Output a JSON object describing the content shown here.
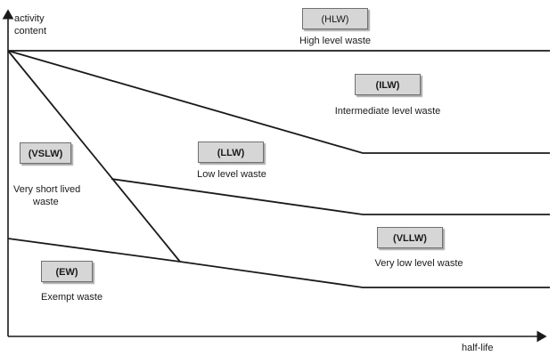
{
  "axes": {
    "y_label_line1": "activity",
    "y_label_line2": "content",
    "x_label": "half-life"
  },
  "regions": {
    "hlw": {
      "code": "(HLW)",
      "name": "High level waste"
    },
    "ilw": {
      "code": "(ILW)",
      "name": "Intermediate level waste"
    },
    "llw": {
      "code": "(LLW)",
      "name": "Low level waste"
    },
    "vslw": {
      "code": "(VSLW)",
      "name_line1": "Very short lived",
      "name_line2": "waste"
    },
    "vllw": {
      "code": "(VLLW)",
      "name": "Very low level waste"
    },
    "ew": {
      "code": "(EW)",
      "name": "Exempt waste"
    }
  }
}
